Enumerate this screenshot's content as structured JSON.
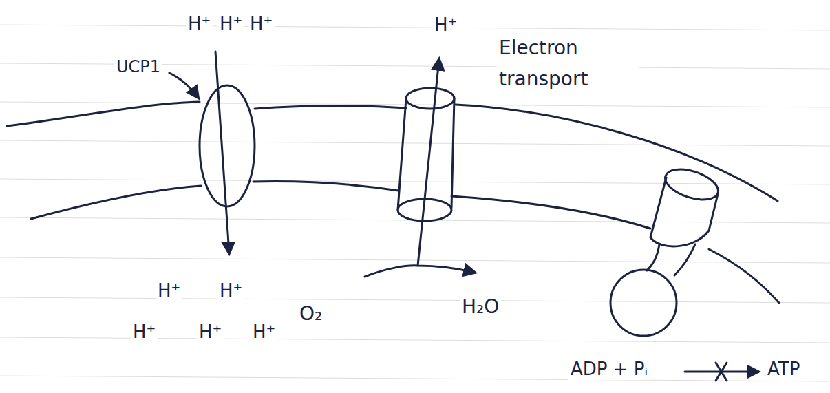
{
  "diagram": {
    "labels": [
      "H⁺",
      "H⁺",
      "H⁺",
      "H⁺",
      "UCP1",
      "Electron transport",
      "H⁺",
      "H⁺",
      "H⁺",
      "H⁺",
      "H⁺",
      "O₂",
      "H₂O",
      "ADP + Pᵢ",
      "ATP"
    ]
  }
}
